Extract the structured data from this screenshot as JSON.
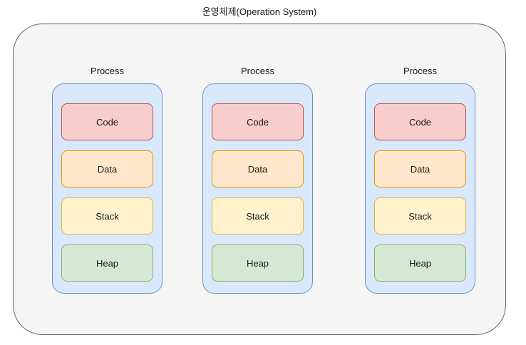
{
  "title": "운영체제(Operation System)",
  "processes": [
    {
      "label": "Process",
      "segments": [
        "Code",
        "Data",
        "Stack",
        "Heap"
      ]
    },
    {
      "label": "Process",
      "segments": [
        "Code",
        "Data",
        "Stack",
        "Heap"
      ]
    },
    {
      "label": "Process",
      "segments": [
        "Code",
        "Data",
        "Stack",
        "Heap"
      ]
    }
  ],
  "colors": {
    "os_fill": "#f5f5f5",
    "os_stroke": "#666666",
    "process_fill": "#dae8fc",
    "process_stroke": "#6c8ebf",
    "code_fill": "#f8cecc",
    "code_stroke": "#b85450",
    "data_fill": "#ffe6cc",
    "data_stroke": "#d79b00",
    "stack_fill": "#fff2cc",
    "stack_stroke": "#d6b656",
    "heap_fill": "#d5e8d4",
    "heap_stroke": "#82b366"
  }
}
